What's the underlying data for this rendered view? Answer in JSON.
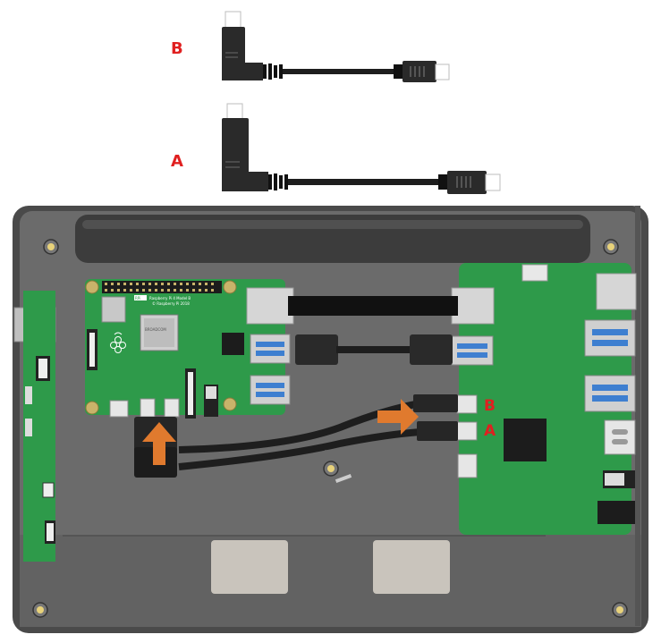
{
  "diagram": {
    "cable_labels": {
      "b": "B",
      "a": "A"
    },
    "port_labels": {
      "b": "B",
      "a": "A"
    },
    "board_print": {
      "badge": "RPi",
      "model": "Raspberry Pi 4 Model B",
      "copyright": "© Raspberry Pi 2018",
      "chip": "BROADCOM"
    },
    "colors": {
      "label_red": "#e02020",
      "board_green": "#2e9a4a",
      "arrow_orange": "#e07a2e",
      "case_grey": "#5d5d5d",
      "cable_black": "#1e1e1e"
    },
    "icons": [
      "micro-hdmi-cable-icon",
      "raspberry-logo-icon",
      "arrow-up-icon",
      "arrow-right-icon"
    ]
  }
}
